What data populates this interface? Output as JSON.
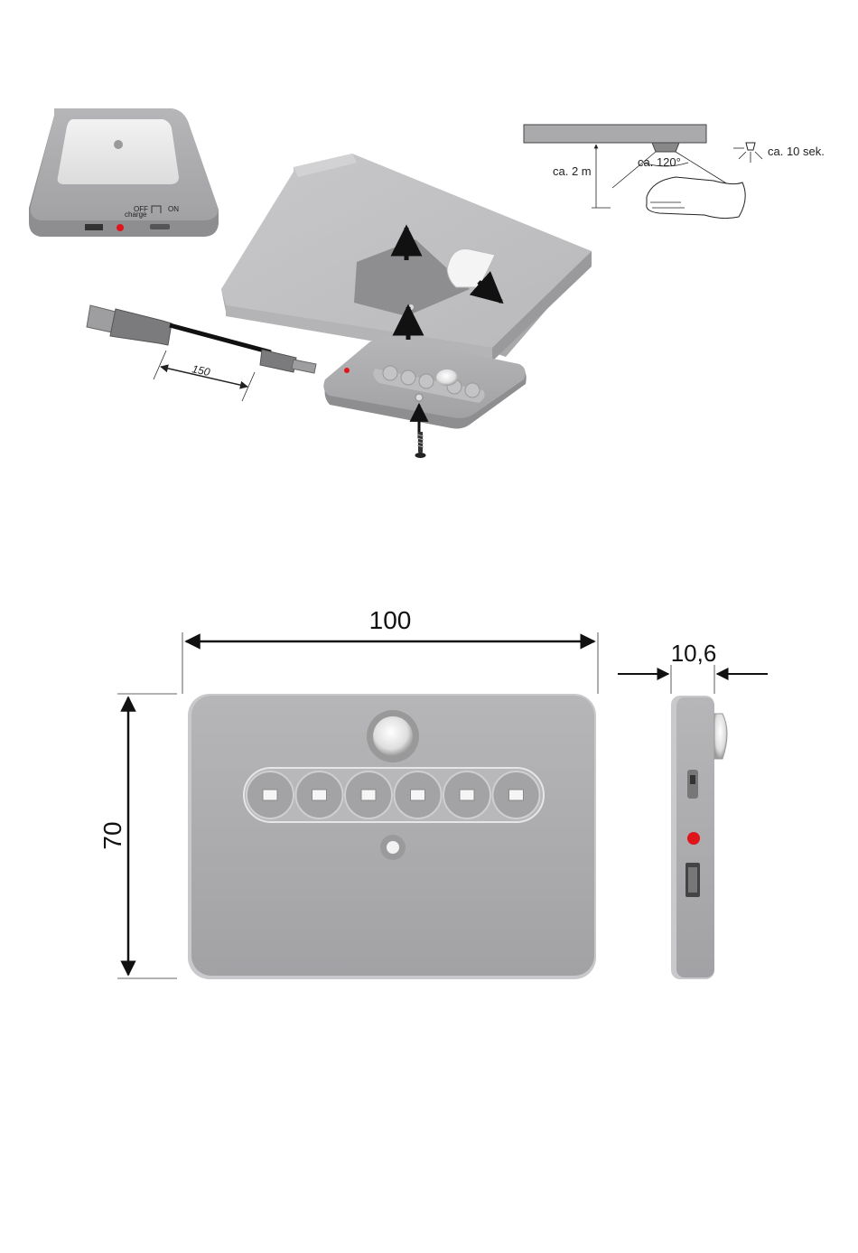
{
  "device_top": {
    "switch_off": "OFF",
    "switch_on": "ON",
    "switch_charge": "charge"
  },
  "cable": {
    "length_label": "150"
  },
  "sensor_diagram": {
    "height_label": "ca. 2 m",
    "angle_label": "ca. 120°",
    "duration_label": "ca. 10 sek."
  },
  "dimensions": {
    "width": "100",
    "height": "70",
    "depth": "10,6"
  },
  "front_view": {
    "led_count": 6
  },
  "colors": {
    "body_gray": "#a9a9ab",
    "body_dark": "#8d8d90",
    "indicator_red": "#e0141b",
    "arrow": "#111111"
  }
}
